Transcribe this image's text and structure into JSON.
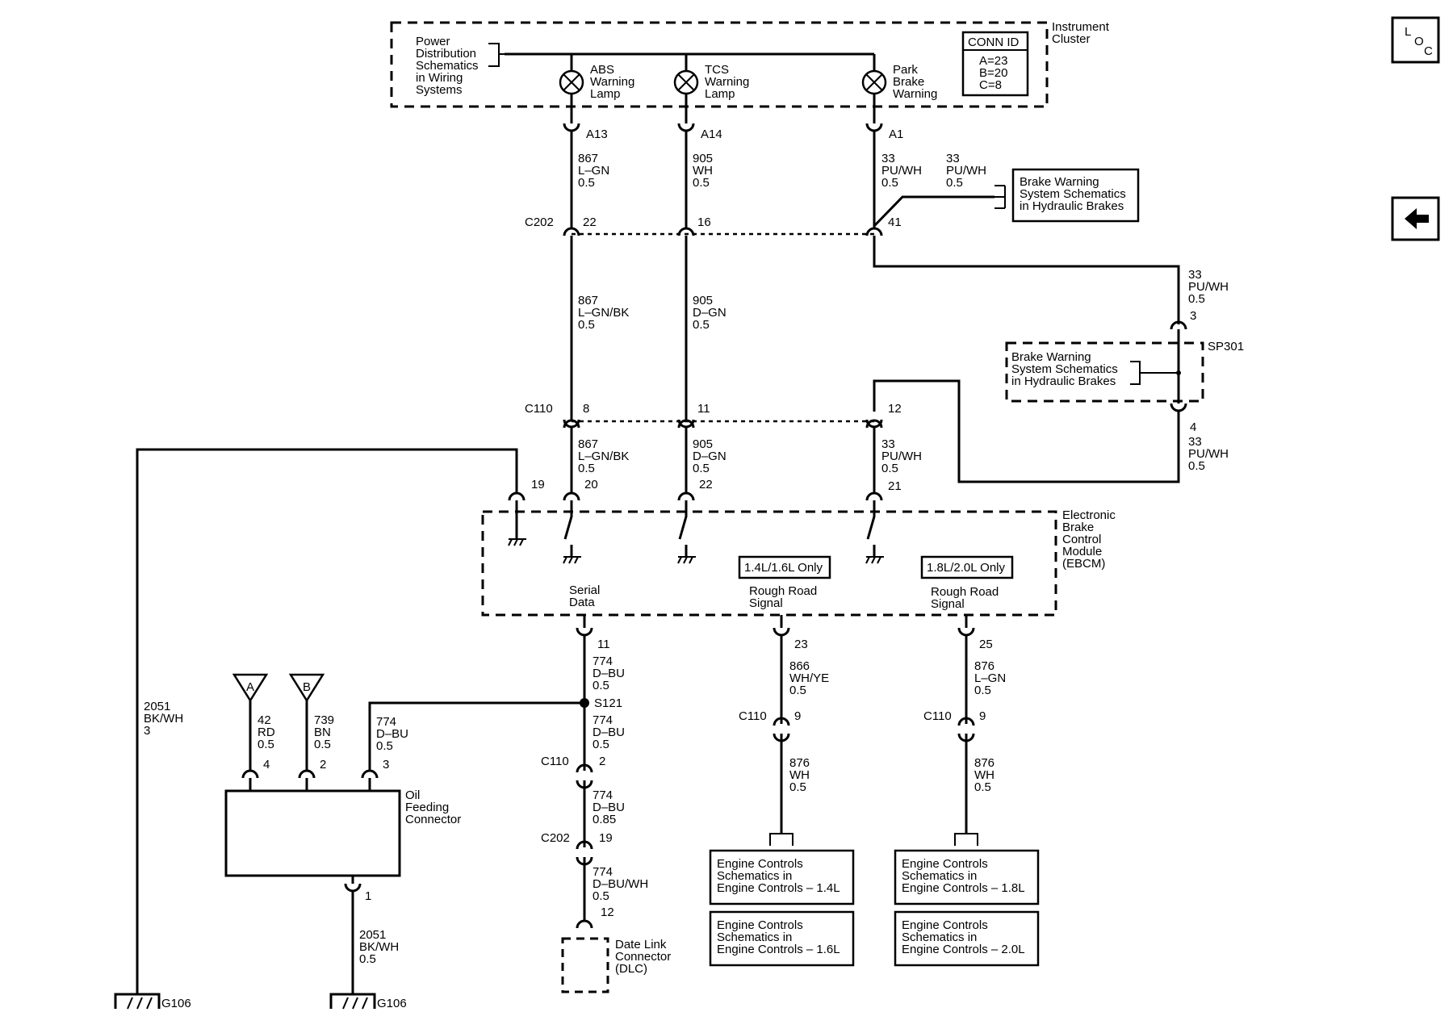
{
  "nav": {
    "loc_l": "L",
    "loc_o": "O",
    "loc_c": "C",
    "back_icon": "left-arrow-icon"
  },
  "cluster": {
    "title1": "Instrument",
    "title2": "Cluster",
    "power1": "Power",
    "power2": "Distribution",
    "power3": "Schematics",
    "power4": "in Wiring",
    "power5": "Systems",
    "abs1": "ABS",
    "abs2": "Warning",
    "abs3": "Lamp",
    "tcs1": "TCS",
    "tcs2": "Warning",
    "tcs3": "Lamp",
    "park1": "Park",
    "park2": "Brake",
    "park3": "Warning",
    "conn_title": "CONN ID",
    "conn_a": "A=23",
    "conn_b": "B=20",
    "conn_c": "C=8",
    "pin_abs": "A13",
    "pin_tcs": "A14",
    "pin_park": "A1"
  },
  "wires": {
    "w867a_n": "867",
    "w867a_c": "L–GN",
    "w867a_s": "0.5",
    "w905a_n": "905",
    "w905a_c": "WH",
    "w905a_s": "0.5",
    "w33a_n": "33",
    "w33a_c": "PU/WH",
    "w33a_s": "0.5",
    "w33b_n": "33",
    "w33b_c": "PU/WH",
    "w33b_s": "0.5",
    "w867b_n": "867",
    "w867b_c": "L–GN/BK",
    "w867b_s": "0.5",
    "w905b_n": "905",
    "w905b_c": "D–GN",
    "w905b_s": "0.5",
    "w33c_n": "33",
    "w33c_c": "PU/WH",
    "w33c_s": "0.5",
    "w867c_n": "867",
    "w867c_c": "L–GN/BK",
    "w867c_s": "0.5",
    "w905c_n": "905",
    "w905c_c": "D–GN",
    "w905c_s": "0.5",
    "w33d_n": "33",
    "w33d_c": "PU/WH",
    "w33d_s": "0.5",
    "w33e_n": "33",
    "w33e_c": "PU/WH",
    "w33e_s": "0.5",
    "w2051a_n": "2051",
    "w2051a_c": "BK/WH",
    "w2051a_s": "3",
    "w774a_n": "774",
    "w774a_c": "D–BU",
    "w774a_s": "0.5",
    "w774b_n": "774",
    "w774b_c": "D–BU",
    "w774b_s": "0.5",
    "w774c_n": "774",
    "w774c_c": "D–BU",
    "w774c_s": "0.85",
    "w774d_n": "774",
    "w774d_c": "D–BU/WH",
    "w774d_s": "0.5",
    "w774e_n": "774",
    "w774e_c": "D–BU",
    "w774e_s": "0.5",
    "w42_n": "42",
    "w42_c": "RD",
    "w42_s": "0.5",
    "w739_n": "739",
    "w739_c": "BN",
    "w739_s": "0.5",
    "w2051b_n": "2051",
    "w2051b_c": "BK/WH",
    "w2051b_s": "0.5",
    "w866_n": "866",
    "w866_c": "WH/YE",
    "w866_s": "0.5",
    "w876a_n": "876",
    "w876a_c": "L–GN",
    "w876a_s": "0.5",
    "w876b_n": "876",
    "w876b_c": "WH",
    "w876b_s": "0.5",
    "w876c_n": "876",
    "w876c_c": "WH",
    "w876c_s": "0.5"
  },
  "connectors": {
    "c202": "C202",
    "c202_p1": "22",
    "c202_p2": "16",
    "c202_p3": "41",
    "c110": "C110",
    "c110_p1": "8",
    "c110_p2": "11",
    "c110_p3": "12",
    "sp301": "SP301",
    "sp301_p3": "3",
    "sp301_p4": "4",
    "c110_d": "C110",
    "c110_d_p": "2",
    "c202_d": "C202",
    "c202_d_p": "19",
    "dlc_p": "12",
    "c110_e": "C110",
    "c110_e_p": "9",
    "c110_f": "C110",
    "c110_f_p": "9",
    "s121": "S121",
    "g106a": "G106",
    "g106b": "G106"
  },
  "brake_ref1": {
    "l1": "Brake Warning",
    "l2": "System Schematics",
    "l3": "in Hydraulic Brakes"
  },
  "brake_ref2": {
    "l1": "Brake Warning",
    "l2": "System Schematics",
    "l3": "in Hydraulic Brakes"
  },
  "ebcm": {
    "l1": "Electronic",
    "l2": "Brake",
    "l3": "Control",
    "l4": "Module",
    "l5": "(EBCM)",
    "p19": "19",
    "p20": "20",
    "p22": "22",
    "p21": "21",
    "serial1": "Serial",
    "serial2": "Data",
    "badge1": "1.4L/1.6L Only",
    "badge2": "1.8L/2.0L Only",
    "rough1a": "Rough Road",
    "rough1b": "Signal",
    "rough2a": "Rough Road",
    "rough2b": "Signal",
    "p11": "11",
    "p23": "23",
    "p25": "25"
  },
  "oil": {
    "l1": "Oil",
    "l2": "Feeding",
    "l3": "Connector",
    "p4": "4",
    "p2": "2",
    "p3": "3",
    "p1": "1",
    "tri_a": "A",
    "tri_b": "B"
  },
  "dlc": {
    "l1": "Date Link",
    "l2": "Connector",
    "l3": "(DLC)"
  },
  "engine": {
    "e1_1": "Engine Controls",
    "e1_2": "Schematics in",
    "e1_3": "Engine Controls – 1.4L",
    "e2_1": "Engine Controls",
    "e2_2": "Schematics in",
    "e2_3": "Engine Controls – 1.6L",
    "e3_1": "Engine Controls",
    "e3_2": "Schematics in",
    "e3_3": "Engine Controls – 1.8L",
    "e4_1": "Engine Controls",
    "e4_2": "Schematics in",
    "e4_3": "Engine Controls – 2.0L"
  }
}
